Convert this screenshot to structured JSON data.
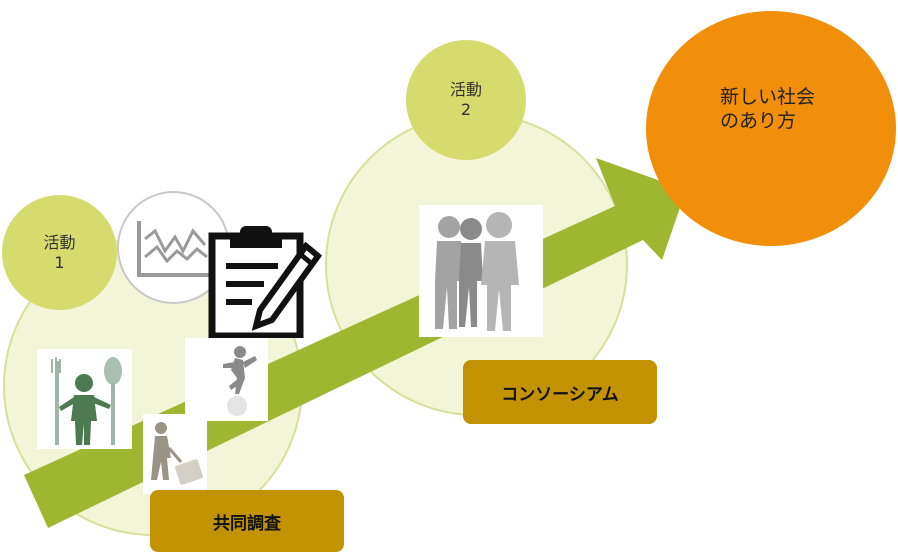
{
  "activity1": {
    "label": "活動",
    "number": "1"
  },
  "activity2": {
    "label": "活動",
    "number": "2"
  },
  "goal": {
    "line1": "新しい社会",
    "line2": "のあり方"
  },
  "label_joint_survey": "共同調査",
  "label_consortium": "コンソーシアム",
  "colors": {
    "circle_bg": "#f3f5d8",
    "tag": "#d6db6e",
    "arrow": "#9fb630",
    "goal": "#f18f0b",
    "label": "#c29200"
  },
  "icons": {
    "chart": "line-chart-icon",
    "clipboard": "clipboard-pen-icon",
    "fork_spoon": "person-fork-spoon-icon",
    "balance": "person-balancing-on-ball-icon",
    "traveler": "person-with-suitcase-icon",
    "team": "three-people-huddle-icon"
  }
}
